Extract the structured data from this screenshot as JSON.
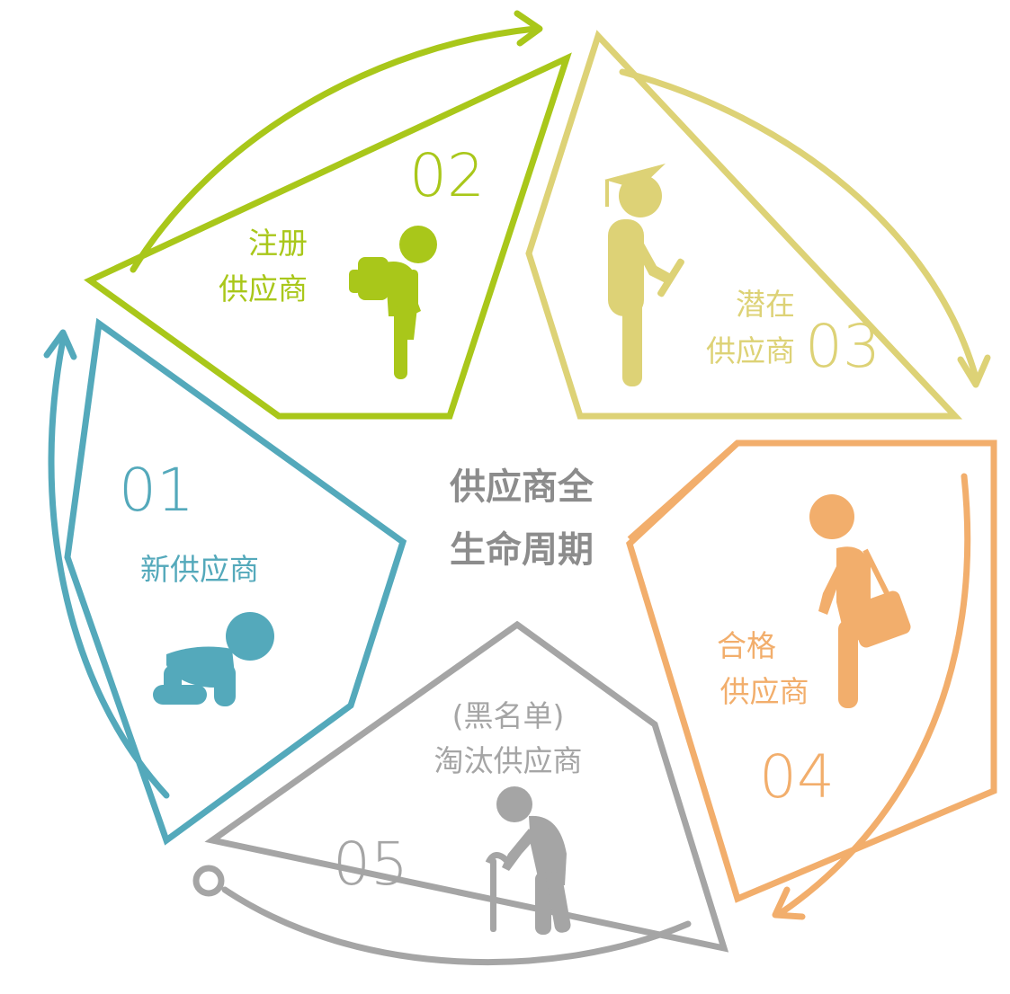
{
  "center": {
    "line1": "供应商全",
    "line2": "生命周期"
  },
  "stages": [
    {
      "number": "01",
      "label_lines": [
        "新供应商"
      ],
      "icon": "crawling-baby-icon",
      "color": "#54a9bb"
    },
    {
      "number": "02",
      "label_lines": [
        "注册",
        "供应商"
      ],
      "icon": "child-with-backpack-icon",
      "color": "#a9c71a"
    },
    {
      "number": "03",
      "label_lines": [
        "潜在",
        "供应商"
      ],
      "icon": "graduate-with-diploma-icon",
      "color": "#ddd276"
    },
    {
      "number": "04",
      "label_lines": [
        "合格",
        "供应商"
      ],
      "icon": "adult-with-briefcase-icon",
      "color": "#f2ae6c"
    },
    {
      "number": "05",
      "label_lines": [
        "(黑名单)",
        "淘汰供应商"
      ],
      "icon": "elderly-with-cane-icon",
      "color": "#a5a5a5"
    }
  ],
  "colors": {
    "center_text": "#8c8c8c"
  }
}
